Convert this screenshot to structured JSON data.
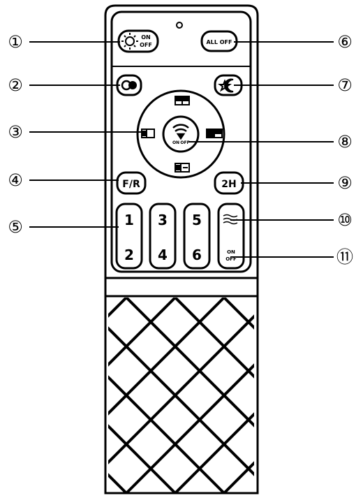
{
  "buttons": {
    "light_on": "ON",
    "light_off": "OFF",
    "all_off": "ALL OFF",
    "fan_reverse": "F/R",
    "timer_2h": "2H",
    "speed_1": "1",
    "speed_2": "2",
    "speed_3": "3",
    "speed_4": "4",
    "speed_5": "5",
    "speed_6": "6",
    "fan_on": "ON",
    "fan_off": "OFF",
    "center_on": "ON",
    "center_off": "OFF"
  },
  "callouts": [
    "①",
    "②",
    "③",
    "④",
    "⑤",
    "⑥",
    "⑦",
    "⑧",
    "⑨",
    "⑩",
    "⑪"
  ],
  "colors": {
    "stroke": "#000000",
    "background": "#ffffff"
  }
}
